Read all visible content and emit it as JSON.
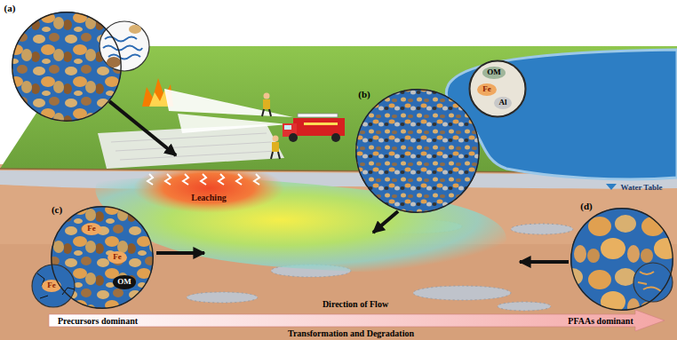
{
  "diagram": {
    "nodes": [
      {
        "text": [
          "(a)"
        ]
      },
      {
        "text": [
          "Leaching"
        ]
      },
      {
        "text": [
          "(b)"
        ]
      },
      {
        "text": [
          "OM",
          "Fe",
          "Al"
        ]
      },
      {
        "text": [
          "(c)",
          "Fe",
          "Fe",
          "OM",
          "Fe"
        ]
      },
      {
        "text": [
          "(d)"
        ]
      }
    ],
    "edges": [
      {
        "from": 0,
        "to": 1,
        "arrow": "to"
      }
    ],
    "labels": [
      "Water Table",
      "Direction of Flow",
      "Precursors dominant",
      "PFAAs dominant",
      "Transformation and Degradation"
    ]
  }
}
